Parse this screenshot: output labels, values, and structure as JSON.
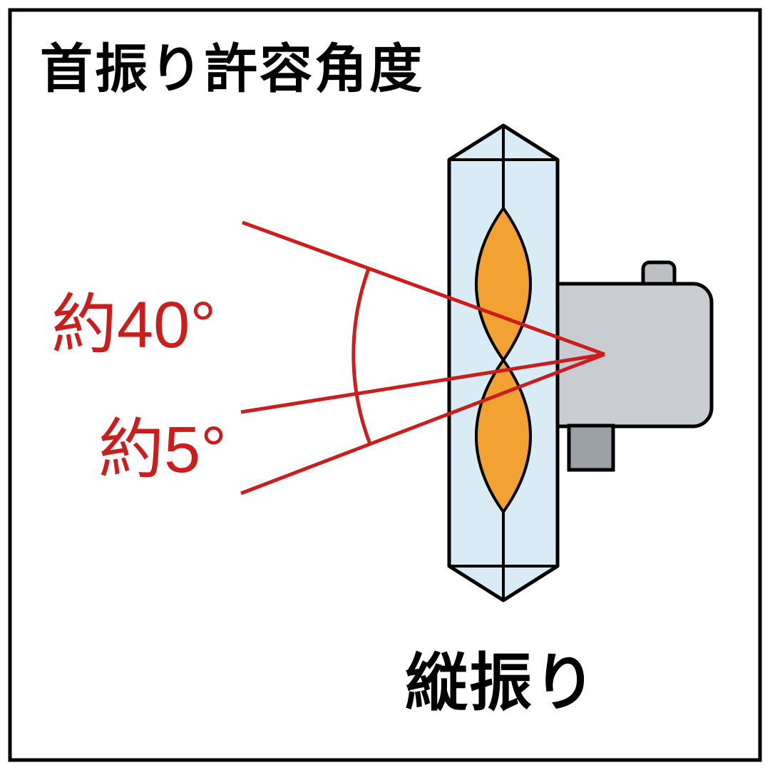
{
  "diagram": {
    "title": "首振り許容角度",
    "angle_large_label": "約40°",
    "angle_small_label": "約5°",
    "bottom_label": "縦振り",
    "colors": {
      "annotation_red": "#cc1d1d",
      "blade_blue": "#d9ebf4",
      "lens_orange": "#f2a233",
      "head_gray": "#c9cdd1",
      "knob_gray": "#bcc0c4",
      "peg_gray": "#9aa0a5",
      "outline_black": "#000000",
      "background_white": "#ffffff"
    }
  }
}
